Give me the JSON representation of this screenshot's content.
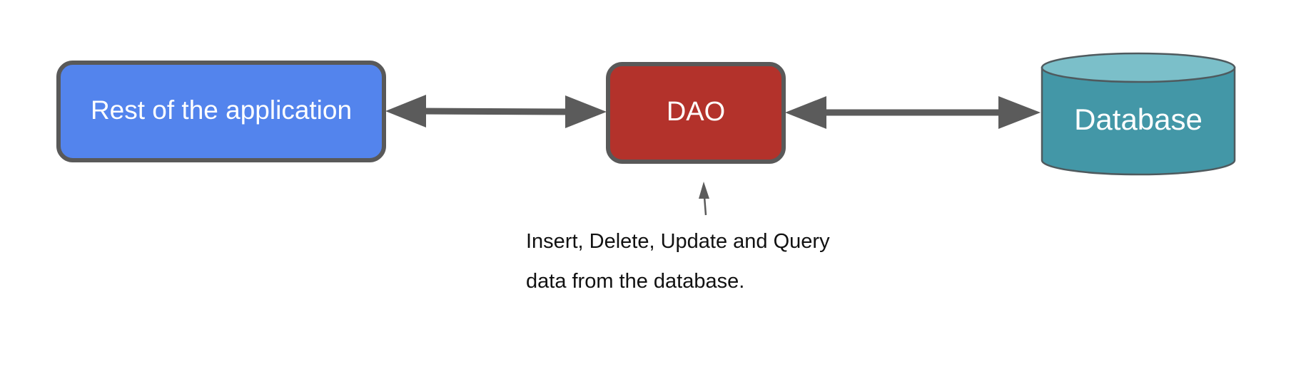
{
  "diagram": {
    "nodes": {
      "application": {
        "label": "Rest of the application",
        "color": "#5384ED"
      },
      "dao": {
        "label": "DAO",
        "color": "#B3322B"
      },
      "database": {
        "label": "Database",
        "body_color": "#4397A7",
        "top_color": "#7BBFC9"
      }
    },
    "connector_color": "#5B5B5B",
    "note": {
      "line1": "Insert, Delete, Update and Query",
      "line2": "data from the database."
    }
  }
}
